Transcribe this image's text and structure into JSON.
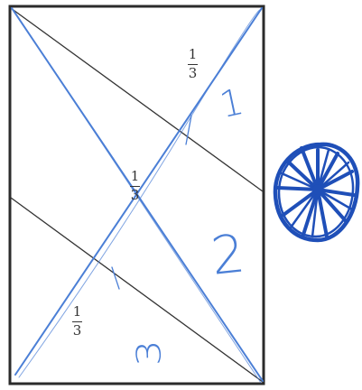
{
  "fractions": [
    {
      "numerator": "1",
      "denominator": "3"
    },
    {
      "numerator": "1",
      "denominator": "3"
    },
    {
      "numerator": "1",
      "denominator": "3"
    }
  ],
  "region_labels": [
    "1",
    "2",
    "3"
  ],
  "colors": {
    "outline": "#2b2b2b",
    "division_lines": "#333333",
    "diagonals": "#4b7fd6",
    "scribble": "#1f4fb8"
  },
  "icons": {
    "scribble": "spoked-wheel-scribble"
  }
}
